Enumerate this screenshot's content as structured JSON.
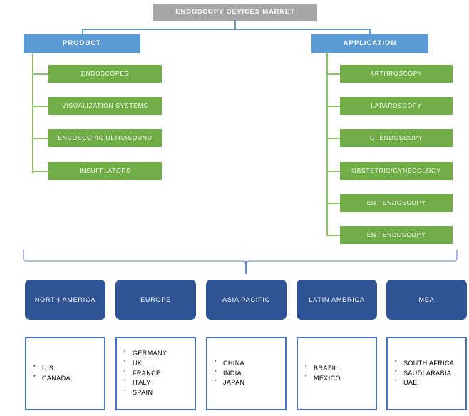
{
  "root": {
    "label": "ENDOSCOPY DEVICES MARKET",
    "color": "#A6A6A6"
  },
  "branches": [
    {
      "label": "PRODUCT",
      "color": "#5B9BD5",
      "items": [
        {
          "label": "ENDOSCOPES"
        },
        {
          "label": "VISUALIZATION SYSTEMS"
        },
        {
          "label": "ENDOSCOPIC ULTRASOUND"
        },
        {
          "label": "INSUFFLATORS"
        }
      ]
    },
    {
      "label": "APPLICATION",
      "color": "#5B9BD5",
      "items": [
        {
          "label": "ARTHROSCOPY"
        },
        {
          "label": "LAPAROSCOPY"
        },
        {
          "label": "GI ENDOSCOPY"
        },
        {
          "label": "OBSTETRIC/GYNECOLOGY"
        },
        {
          "label": "ENT ENDOSCOPY"
        },
        {
          "label": "ENT ENDOSCOPY"
        }
      ]
    }
  ],
  "leaf_color": "#70AD47",
  "regions": [
    {
      "label": "NORTH AMERICA",
      "color": "#2E5496",
      "countries": [
        "U.S.",
        "CANADA"
      ]
    },
    {
      "label": "EUROPE",
      "color": "#2E5496",
      "countries": [
        "GERMANY",
        "UK",
        "FRANCE",
        "ITALY",
        "SPAIN"
      ]
    },
    {
      "label": "ASIA PACIFIC",
      "color": "#2E5496",
      "countries": [
        "CHINA",
        "INDIA",
        "JAPAN"
      ]
    },
    {
      "label": "LATIN AMERICA",
      "color": "#2E5496",
      "countries": [
        "BRAZIL",
        "MEXICO"
      ]
    },
    {
      "label": "MEA",
      "color": "#2E5496",
      "countries": [
        "SOUTH AFRICA",
        "SAUDI ARABIA",
        "UAE"
      ]
    }
  ],
  "connector_colors": {
    "blue": "#5B9BD5",
    "green": "#8DC163",
    "bracket": "#8FAADC",
    "country_border": "#4472C4"
  }
}
